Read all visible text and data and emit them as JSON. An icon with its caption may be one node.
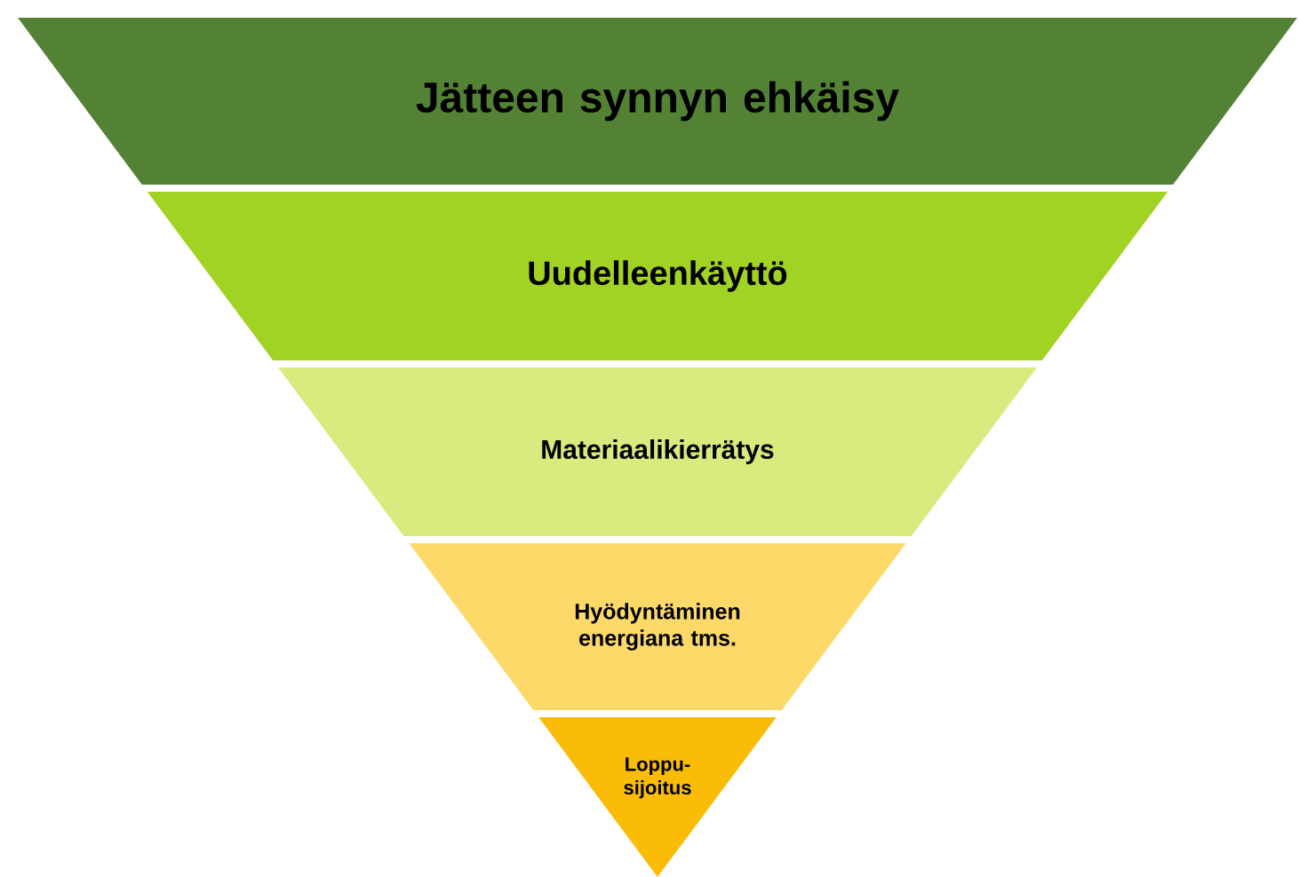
{
  "diagram": {
    "nodes": [
      {
        "text": [
          "Jätteen synnyn ehkäisy"
        ]
      },
      {
        "text": [
          "Uudelleenkäyttö"
        ]
      },
      {
        "text": [
          "Materiaalikierrätys"
        ]
      },
      {
        "text": [
          "Hyödyntäminen energiana tms."
        ]
      },
      {
        "text": [
          "Loppu- sijoitus"
        ]
      }
    ]
  }
}
